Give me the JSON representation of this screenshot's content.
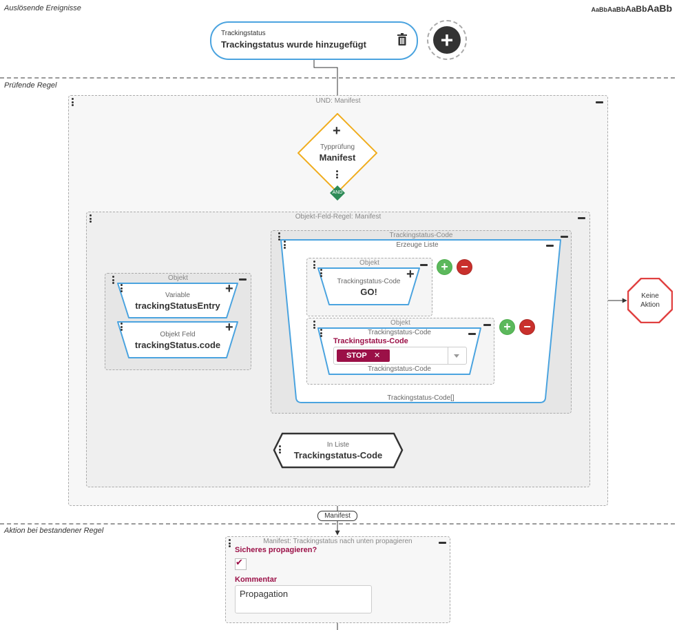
{
  "sections": {
    "trigger": "Auslösende Ereignisse",
    "rule": "Prüfende Regel",
    "action": "Aktion bei bestandener Regel"
  },
  "font_size_toggle": [
    "AaBb",
    "AaBb",
    "AaBb",
    "AaBb"
  ],
  "trigger_node": {
    "category": "Trackingstatus",
    "title": "Trackingstatus wurde hinzugefügt"
  },
  "and_manifest": {
    "title": "UND: Manifest"
  },
  "type_check": {
    "label": "Typprüfung",
    "value": "Manifest",
    "badge": "AND"
  },
  "no_action": {
    "line1": "Keine",
    "line2": "Aktion"
  },
  "object_field_rule": {
    "title": "Objekt-Feld-Regel: Manifest"
  },
  "left_object": {
    "title": "Objekt",
    "variable": {
      "label": "Variable",
      "value": "trackingStatusEntry"
    },
    "field": {
      "label": "Objekt Feld",
      "value": "trackingStatus.code"
    }
  },
  "code_group": {
    "title": "Trackingstatus-Code",
    "list_title": "Erzeuge Liste",
    "list_footer": "Trackingstatus-Code[]",
    "object1": {
      "title": "Objekt",
      "node_label": "Trackingstatus-Code",
      "node_value": "GO!"
    },
    "object2": {
      "title": "Objekt",
      "node_label": "Trackingstatus-Code",
      "field_label": "Trackingstatus-Code",
      "tag": "STOP",
      "tag_remove": "✕",
      "footer": "Trackingstatus-Code"
    }
  },
  "in_list": {
    "label": "In Liste",
    "value": "Trackingstatus-Code"
  },
  "edge_label": "Manifest",
  "action_box": {
    "title": "Manifest: Trackingstatus nach unten propagieren",
    "safe_label": "Sicheres propagieren?",
    "safe_checked": true,
    "comment_label": "Kommentar",
    "comment_value": "Propagation"
  },
  "colors": {
    "accent_blue": "#4aa3df",
    "orange": "#f0ad1e",
    "green_badge": "#2e8b57",
    "red_stop": "#e04040",
    "maroon": "#9b1047"
  }
}
